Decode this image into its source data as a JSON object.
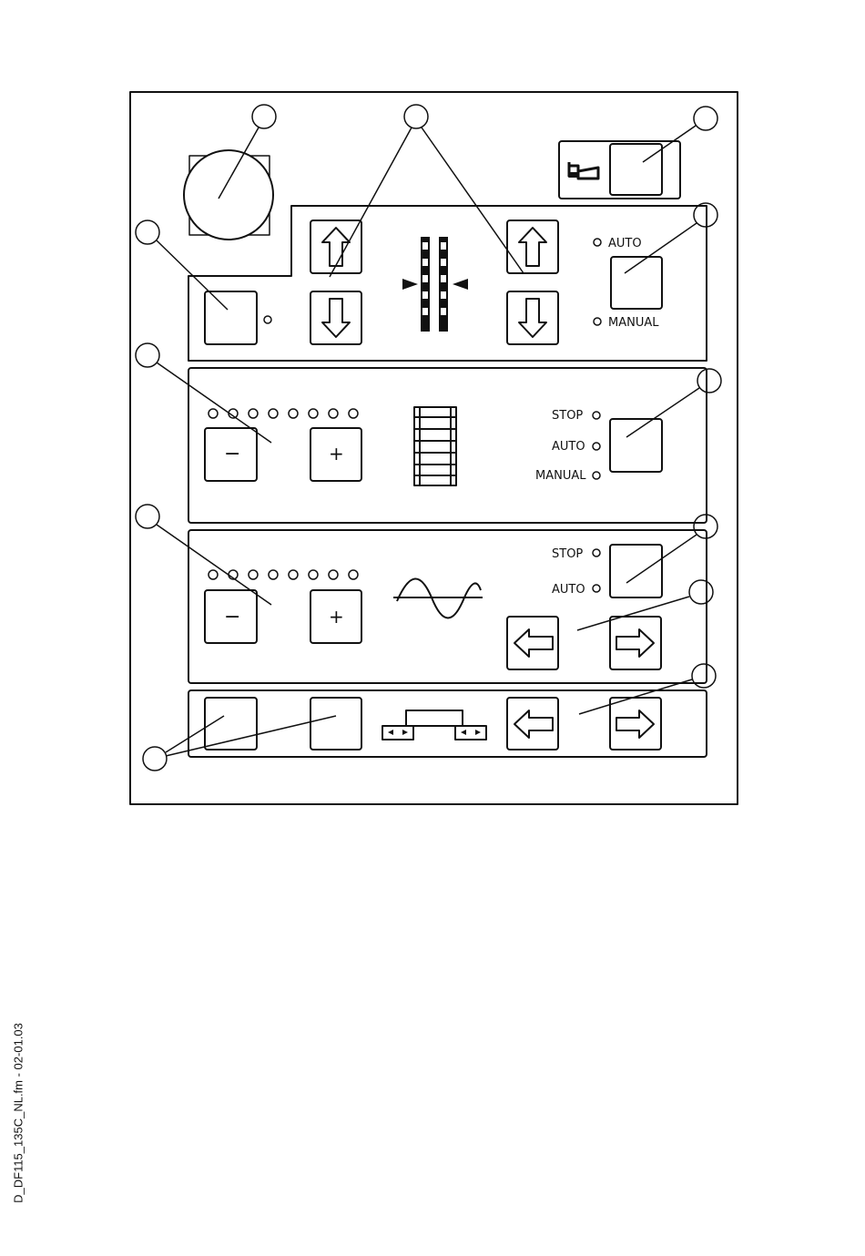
{
  "labels": {
    "auto_top": "AUTO",
    "manual_top": "MANUAL",
    "stop_mid": "STOP",
    "auto_mid": "AUTO",
    "manual_mid": "MANUAL",
    "stop_low": "STOP",
    "auto_low": "AUTO"
  },
  "buttons": {
    "minus": "−",
    "plus": "+"
  },
  "side_note": "D_DF115_135C_NL.fm  - 02-01.03",
  "icons": {
    "big_knob": "round-knob-icon",
    "horn": "horn-icon",
    "up": "arrow-up-icon",
    "down": "arrow-down-icon",
    "left": "arrow-left-icon",
    "right": "arrow-right-icon",
    "track": "vertical-track-icon",
    "ladder": "ladder-icon",
    "wave": "wave-icon",
    "bridge": "bridge-icon"
  },
  "colors": {
    "line": "#111111",
    "panel": "#ffffff"
  }
}
